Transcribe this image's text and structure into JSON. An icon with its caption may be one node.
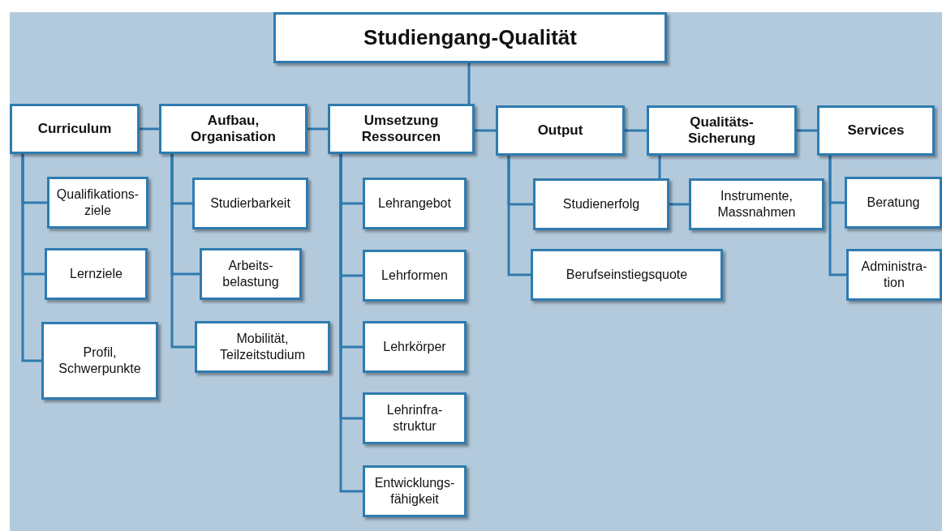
{
  "diagram": {
    "nodes": [
      {
        "text": [
          "Studiengang-Qualität"
        ]
      },
      {
        "text": [
          "Curriculum"
        ]
      },
      {
        "text": [
          "Aufbau, Organisation"
        ]
      },
      {
        "text": [
          "Umsetzung Ressourcen"
        ]
      },
      {
        "text": [
          "Output"
        ]
      },
      {
        "text": [
          "Qualitäts- Sicherung"
        ]
      },
      {
        "text": [
          "Services"
        ]
      },
      {
        "text": [
          "Qualifikations- ziele"
        ]
      },
      {
        "text": [
          "Lernziele"
        ]
      },
      {
        "text": [
          "Profil, Schwerpunkte"
        ]
      },
      {
        "text": [
          "Studierbarkeit"
        ]
      },
      {
        "text": [
          "Arbeits- belastung"
        ]
      },
      {
        "text": [
          "Mobilität, Teilzeitstudium"
        ]
      },
      {
        "text": [
          "Lehrangebot"
        ]
      },
      {
        "text": [
          "Lehrformen"
        ]
      },
      {
        "text": [
          "Lehrkörper"
        ]
      },
      {
        "text": [
          "Lehrinfra- struktur"
        ]
      },
      {
        "text": [
          "Entwicklungs- fähigkeit"
        ]
      },
      {
        "text": [
          "Studienerfolg"
        ]
      },
      {
        "text": [
          "Berufseinstiegsquote"
        ]
      },
      {
        "text": [
          "Instrumente, Massnahmen"
        ]
      },
      {
        "text": [
          "Beratung"
        ]
      },
      {
        "text": [
          "Administra- tion"
        ]
      }
    ],
    "edges": [
      {
        "from": 0,
        "to": 3,
        "arrow": "none"
      },
      {
        "from": 1,
        "to": 2,
        "arrow": "none"
      },
      {
        "from": 2,
        "to": 3,
        "arrow": "none"
      },
      {
        "from": 3,
        "to": 4,
        "arrow": "none"
      },
      {
        "from": 4,
        "to": 5,
        "arrow": "none"
      },
      {
        "from": 5,
        "to": 6,
        "arrow": "none"
      },
      {
        "from": 1,
        "to": 7,
        "arrow": "none"
      },
      {
        "from": 1,
        "to": 8,
        "arrow": "none"
      },
      {
        "from": 1,
        "to": 9,
        "arrow": "none"
      },
      {
        "from": 2,
        "to": 10,
        "arrow": "none"
      },
      {
        "from": 2,
        "to": 11,
        "arrow": "none"
      },
      {
        "from": 2,
        "to": 12,
        "arrow": "none"
      },
      {
        "from": 3,
        "to": 13,
        "arrow": "none"
      },
      {
        "from": 3,
        "to": 14,
        "arrow": "none"
      },
      {
        "from": 3,
        "to": 15,
        "arrow": "none"
      },
      {
        "from": 3,
        "to": 16,
        "arrow": "none"
      },
      {
        "from": 3,
        "to": 17,
        "arrow": "none"
      },
      {
        "from": 4,
        "to": 18,
        "arrow": "none"
      },
      {
        "from": 4,
        "to": 19,
        "arrow": "none"
      },
      {
        "from": 5,
        "to": 18,
        "arrow": "none"
      },
      {
        "from": 18,
        "to": 20,
        "arrow": "none"
      },
      {
        "from": 6,
        "to": 21,
        "arrow": "none"
      },
      {
        "from": 6,
        "to": 22,
        "arrow": "none"
      }
    ]
  }
}
